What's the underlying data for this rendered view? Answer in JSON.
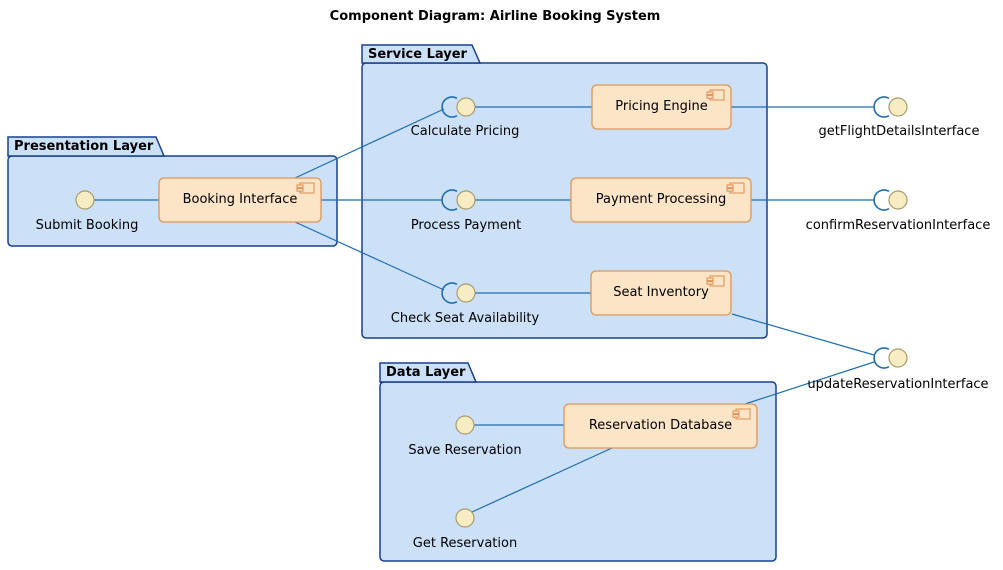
{
  "title": "Component Diagram: Airline Booking System",
  "packages": {
    "presentation": {
      "label": "Presentation Layer"
    },
    "service": {
      "label": "Service Layer"
    },
    "data": {
      "label": "Data Layer"
    }
  },
  "components": {
    "booking_interface": {
      "label": "Booking Interface"
    },
    "pricing_engine": {
      "label": "Pricing Engine"
    },
    "payment_processing": {
      "label": "Payment Processing"
    },
    "seat_inventory": {
      "label": "Seat Inventory"
    },
    "reservation_database": {
      "label": "Reservation Database"
    }
  },
  "interfaces": {
    "submit_booking": {
      "label": "Submit Booking",
      "socket": false
    },
    "calculate_pricing": {
      "label": "Calculate Pricing",
      "socket": true
    },
    "process_payment": {
      "label": "Process Payment",
      "socket": true
    },
    "check_seat_availability": {
      "label": "Check Seat Availability",
      "socket": true
    },
    "get_flight_details": {
      "label": "getFlightDetailsInterface",
      "socket": true
    },
    "confirm_reservation": {
      "label": "confirmReservationInterface",
      "socket": true
    },
    "update_reservation": {
      "label": "updateReservationInterface",
      "socket": true
    },
    "save_reservation": {
      "label": "Save Reservation",
      "socket": false
    },
    "get_reservation": {
      "label": "Get Reservation",
      "socket": false
    }
  },
  "colors": {
    "background": "#FFFFFF",
    "package_fill": "#CCE1F8",
    "package_border": "#17418F",
    "component_fill": "#FCE4C7",
    "component_border": "#DE9658",
    "ball_fill": "#F8EDC2",
    "ball_border": "#A79B6E",
    "line": "#1F6EB0",
    "text": "#000000"
  }
}
